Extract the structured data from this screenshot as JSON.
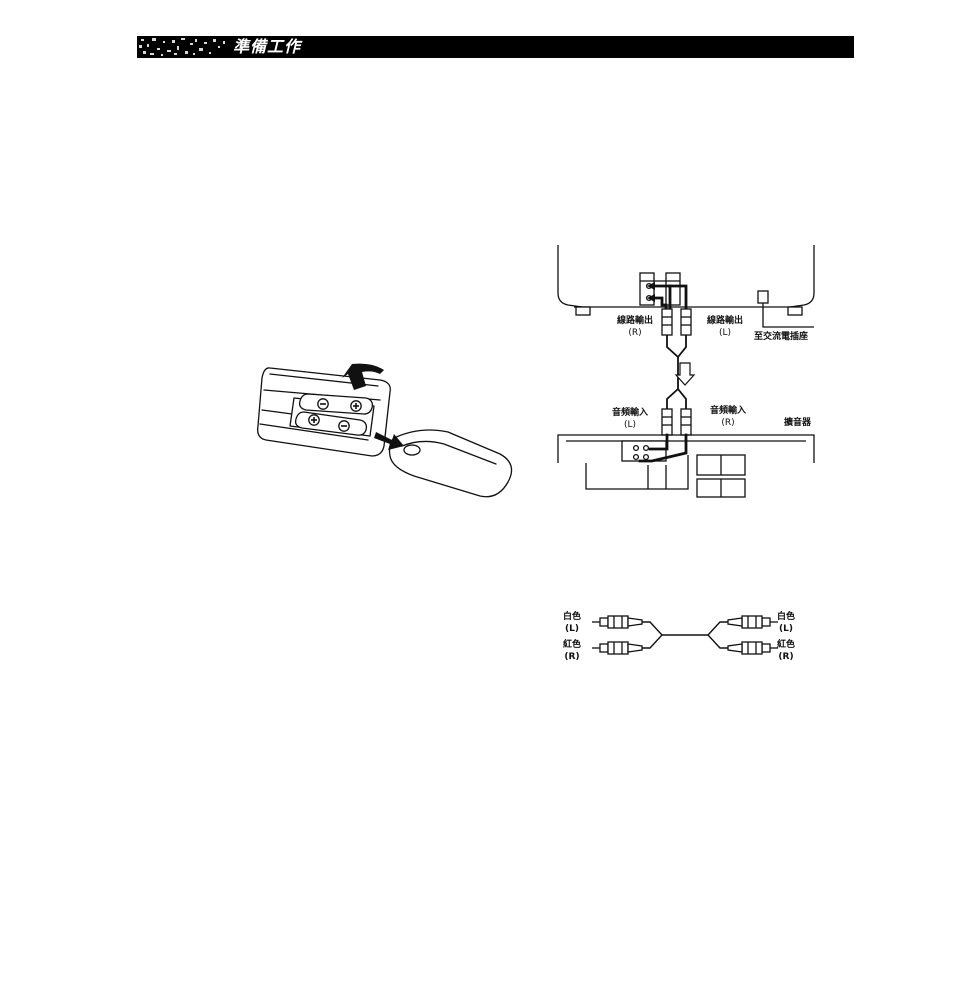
{
  "header": {
    "title": "準備工作"
  },
  "connection_figure": {
    "line_out_right": "線路輸出",
    "line_out_right_channel": "(R)",
    "line_out_left": "線路輸出",
    "line_out_left_channel": "(L)",
    "to_ac_outlet": "至交流電插座",
    "audio_in_left": "音頻輸入",
    "audio_in_left_channel": "(L)",
    "audio_in_right": "音頻輸入",
    "audio_in_right_channel": "(R)",
    "amplifier": "擴音器"
  },
  "cable_figure": {
    "left_white": "白色",
    "left_white_channel": "(L)",
    "left_red": "紅色",
    "left_red_channel": "(R)",
    "right_white": "白色",
    "right_white_channel": "(L)",
    "right_red": "紅色",
    "right_red_channel": "(R)"
  }
}
